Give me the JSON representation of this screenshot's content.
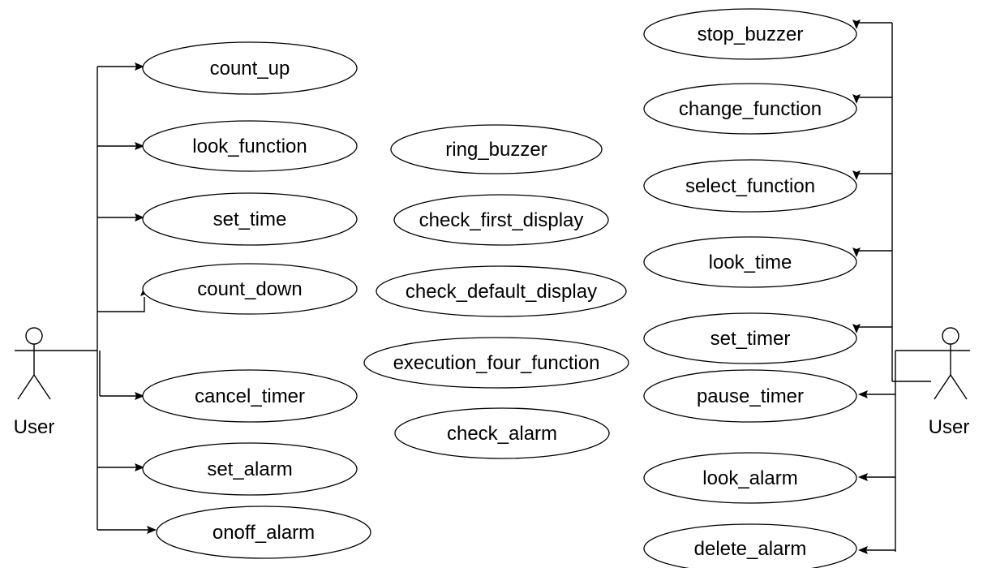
{
  "actors": {
    "left": {
      "label": "User"
    },
    "right": {
      "label": "User"
    }
  },
  "use_cases": {
    "left": [
      {
        "id": "count_up",
        "label": "count_up"
      },
      {
        "id": "look_function",
        "label": "look_function"
      },
      {
        "id": "set_time",
        "label": "set_time"
      },
      {
        "id": "count_down",
        "label": "count_down"
      },
      {
        "id": "cancel_timer",
        "label": "cancel_timer"
      },
      {
        "id": "set_alarm",
        "label": "set_alarm"
      },
      {
        "id": "onoff_alarm",
        "label": "onoff_alarm"
      }
    ],
    "middle": [
      {
        "id": "ring_buzzer",
        "label": "ring_buzzer"
      },
      {
        "id": "check_first_display",
        "label": "check_first_display"
      },
      {
        "id": "check_default_display",
        "label": "check_default_display"
      },
      {
        "id": "execution_four_function",
        "label": "execution_four_function"
      },
      {
        "id": "check_alarm",
        "label": "check_alarm"
      }
    ],
    "right": [
      {
        "id": "stop_buzzer",
        "label": "stop_buzzer"
      },
      {
        "id": "change_function",
        "label": "change_function"
      },
      {
        "id": "select_function",
        "label": "select_function"
      },
      {
        "id": "look_time",
        "label": "look_time"
      },
      {
        "id": "set_timer",
        "label": "set_timer"
      },
      {
        "id": "pause_timer",
        "label": "pause_timer"
      },
      {
        "id": "look_alarm",
        "label": "look_alarm"
      },
      {
        "id": "delete_alarm",
        "label": "delete_alarm"
      }
    ]
  },
  "associations": {
    "left_actor": [
      "count_up",
      "look_function",
      "set_time",
      "count_down",
      "cancel_timer",
      "set_alarm",
      "onoff_alarm"
    ],
    "right_actor": [
      "stop_buzzer",
      "change_function",
      "select_function",
      "look_time",
      "set_timer",
      "pause_timer",
      "look_alarm",
      "delete_alarm"
    ]
  }
}
